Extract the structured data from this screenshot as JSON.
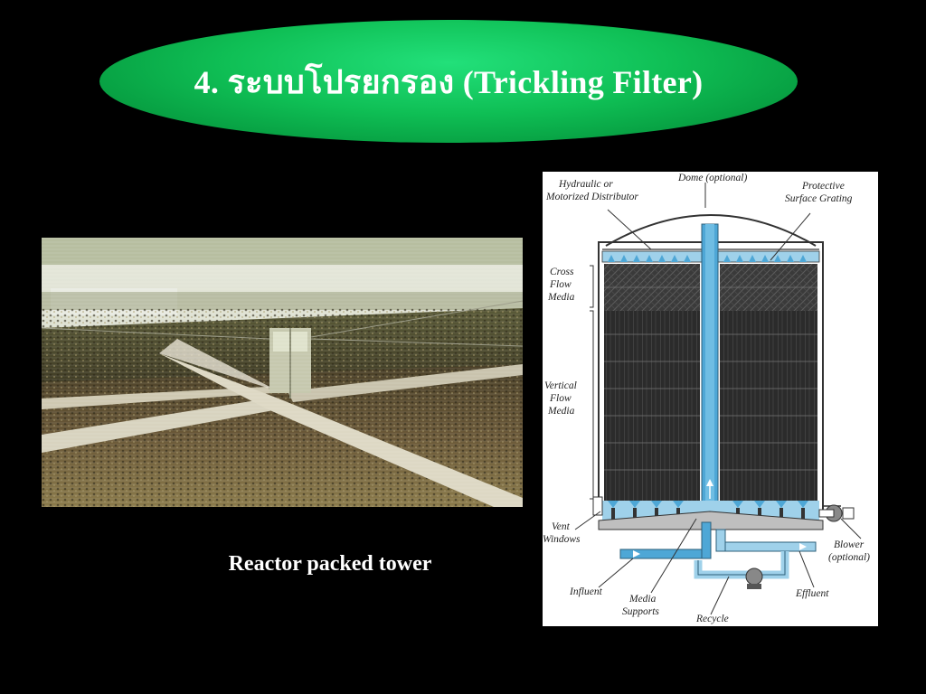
{
  "slide": {
    "title": "4. ระบบโปรยกรอง (Trickling Filter)",
    "caption": "Reactor packed tower"
  },
  "diagram_labels": {
    "hydraulic_1": "Hydraulic or",
    "hydraulic_2": "Motorized Distributor",
    "dome": "Dome (optional)",
    "protective_1": "Protective",
    "protective_2": "Surface Grating",
    "cross_1": "Cross",
    "cross_2": "Flow",
    "cross_3": "Media",
    "vertical_1": "Vertical",
    "vertical_2": "Flow",
    "vertical_3": "Media",
    "vent_1": "Vent",
    "vent_2": "Windows",
    "influent": "Influent",
    "media_supports_1": "Media",
    "media_supports_2": "Supports",
    "recycle": "Recycle",
    "effluent": "Effluent",
    "blower_1": "Blower",
    "blower_2": "(optional)"
  },
  "colors": {
    "title_oval": "#0fbf55",
    "background": "#000000",
    "water": "#4ea7d6",
    "media": "#2a2a2a"
  }
}
